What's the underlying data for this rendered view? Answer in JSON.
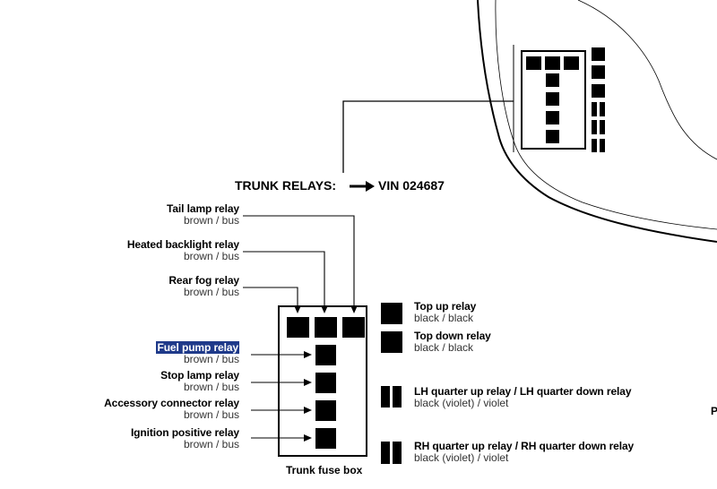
{
  "title": {
    "prefix": "TRUNK RELAYS:",
    "vin": "VIN 024687"
  },
  "caption": "Trunk fuse box",
  "left_relays": [
    {
      "name": "Tail lamp relay",
      "sub": "brown / bus"
    },
    {
      "name": "Heated backlight relay",
      "sub": "brown / bus"
    },
    {
      "name": "Rear fog relay",
      "sub": "brown / bus"
    },
    {
      "name": "Fuel pump relay",
      "sub": "brown / bus",
      "highlighted": true
    },
    {
      "name": "Stop lamp relay",
      "sub": "brown / bus"
    },
    {
      "name": "Accessory connector relay",
      "sub": "brown / bus"
    },
    {
      "name": "Ignition positive relay",
      "sub": "brown / bus"
    }
  ],
  "right_relays": [
    {
      "name": "Top up relay",
      "sub": "black / black"
    },
    {
      "name": "Top down relay",
      "sub": "black / black"
    },
    {
      "name": "LH quarter up relay / LH quarter down relay",
      "sub": "black (violet) / violet"
    },
    {
      "name": "RH quarter up relay / RH quarter down relay",
      "sub": "black (violet) / violet"
    }
  ],
  "edge_text": "P",
  "colors": {
    "highlight": "#1f3a8a",
    "line": "#000000"
  }
}
